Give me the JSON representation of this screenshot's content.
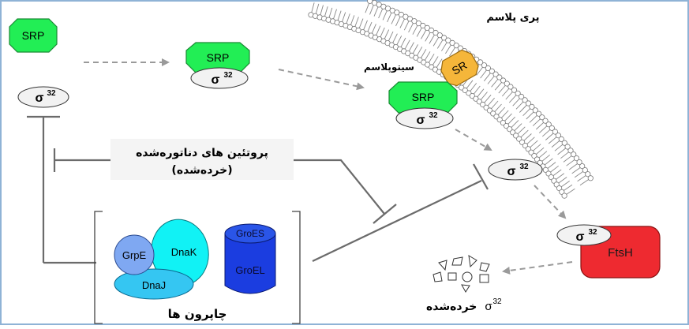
{
  "labels": {
    "srp": "SRP",
    "sigma": "σ",
    "sigma_sup": "32",
    "sr": "SR",
    "ftsh": "FtsH",
    "periplasm": "پری پلاسم",
    "cytoplasm": "سیتوپلاسم",
    "denatured_line1": "پروتئین های دناتوره‌شده",
    "denatured_line2": "(خرده‌شده)",
    "chaperones": "چاپرون ها",
    "fragments": "خرده‌شده",
    "fragments_sigma": "σ",
    "fragments_sup": "32",
    "grpe": "GrpE",
    "dnak": "DnaK",
    "dnaj": "DnaJ",
    "groes": "GroES",
    "groel": "GroEL"
  },
  "colors": {
    "srp_green": "#22ee55",
    "sr_orange": "#f5b63a",
    "ftsh_red": "#ee2a30",
    "grpe_blue": "#7fa8f2",
    "dnak_cyan": "#11f2f5",
    "dnaj_blue": "#35c6f2",
    "groel_blue": "#1b3de0",
    "membrane_line": "#8fb3d6"
  }
}
